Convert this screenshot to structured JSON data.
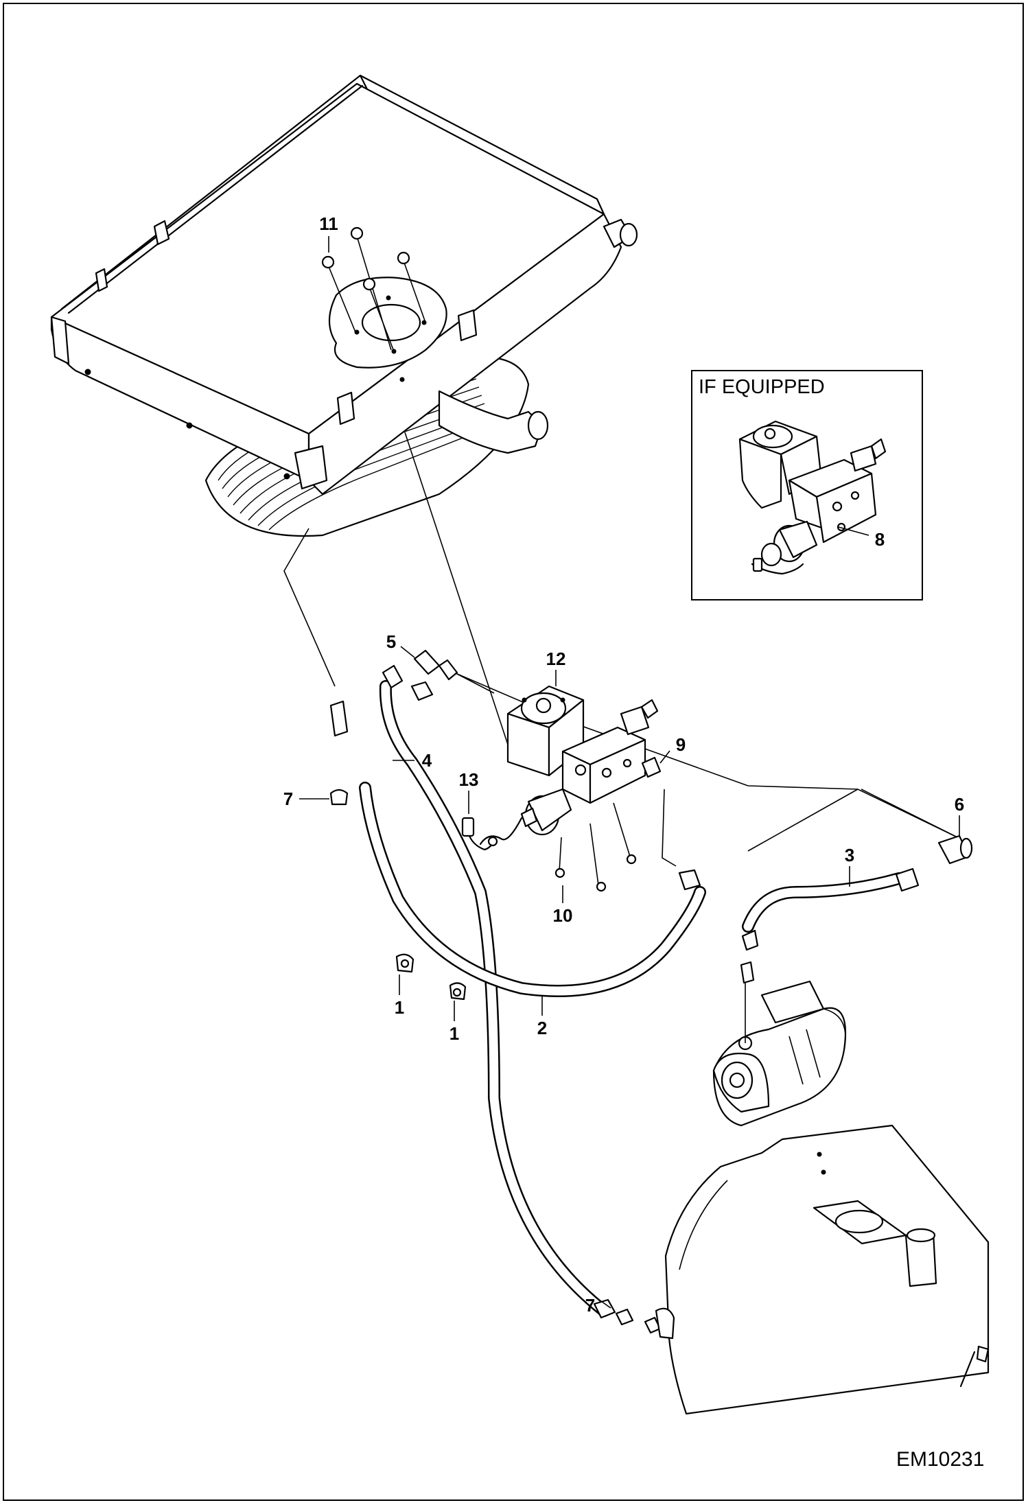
{
  "diagram": {
    "inset_title": "IF EQUIPPED",
    "document_id": "EM10231",
    "callouts": {
      "c1a": "1",
      "c1b": "1",
      "c2": "2",
      "c3": "3",
      "c4": "4",
      "c5": "5",
      "c6": "6",
      "c7a": "7",
      "c7b": "7",
      "c8": "8",
      "c9": "9",
      "c10": "10",
      "c11": "11",
      "c12": "12",
      "c13": "13"
    }
  }
}
